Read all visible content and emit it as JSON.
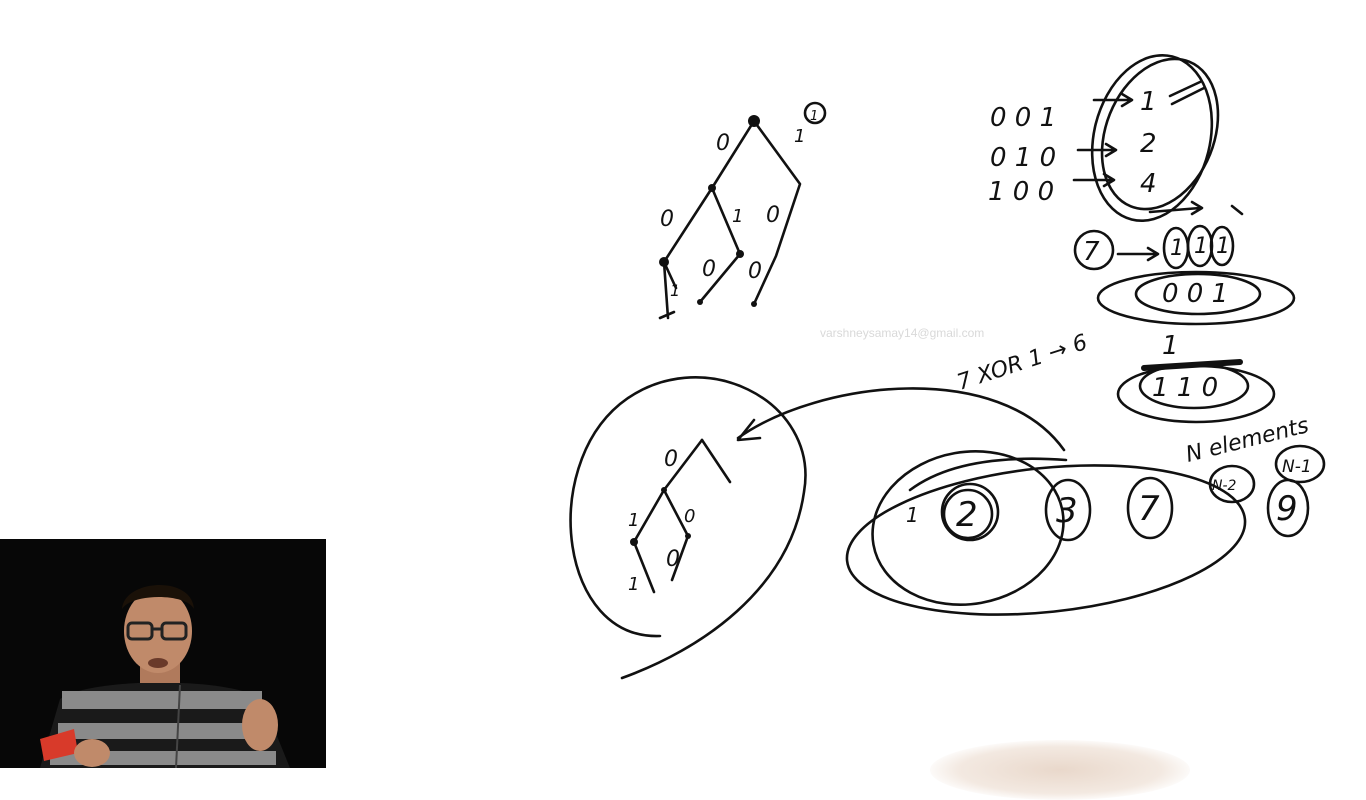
{
  "watermark": "varshneysamay14@gmail.com",
  "notes": {
    "root_one": "1",
    "bits_001": "0 0 1",
    "bits_010": "0 1 0",
    "bits_100": "1 0 0",
    "set_1": "1",
    "set_2": "2",
    "set_4": "4",
    "num_7": "7",
    "digits_111": [
      "1",
      "1",
      "1"
    ],
    "xor_row_1": "0 0 1",
    "xor_one": "1",
    "xor_row_2": "1 1 0",
    "xor_formula": "7 XOR 1 → 6",
    "n_elements": "N elements",
    "n_minus_1": "N-1",
    "n_minus_2": "N-2",
    "arr": [
      "1",
      "2",
      "3",
      "7",
      "9"
    ]
  },
  "trie_labels_top": [
    "0",
    "1",
    "0",
    "1",
    "0",
    "0",
    "0",
    "1"
  ],
  "trie_labels_bottom": [
    "0",
    "1",
    "0",
    "0",
    "1"
  ],
  "presenter": {
    "sweater_colors": [
      "#1a1a1a",
      "#8a8a8a",
      "#d83a2a"
    ]
  }
}
